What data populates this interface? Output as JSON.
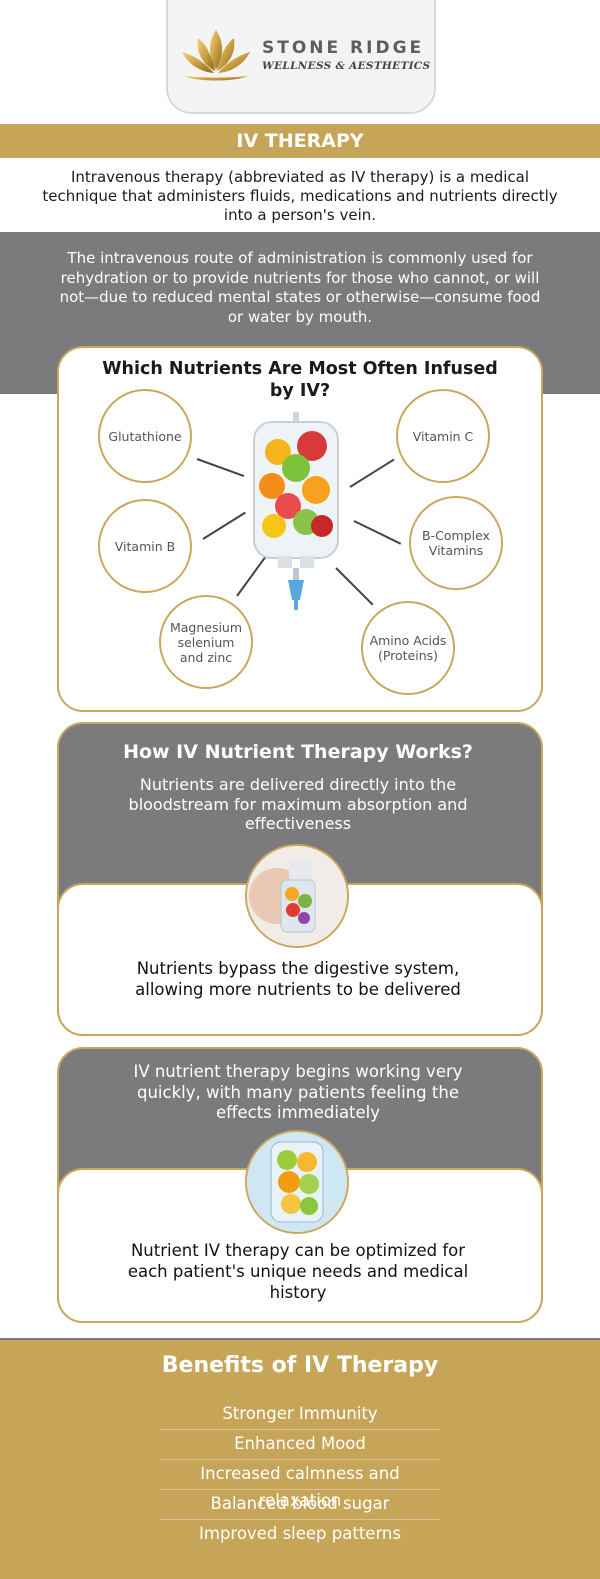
{
  "brand": {
    "name": "STONE RIDGE",
    "tagline": "WELLNESS & AESTHETICS"
  },
  "header": {
    "title": "IV THERAPY"
  },
  "intro": {
    "text": "Intravenous therapy (abbreviated as IV therapy) is a medical technique that administers fluids, medications and nutrients directly into a person's vein."
  },
  "route": {
    "text": "The intravenous route of administration is commonly used for rehydration or to provide nutrients for those who cannot, or will not—due to reduced mental states or otherwise—consume food or water by mouth."
  },
  "nutrients": {
    "title": "Which Nutrients Are Most Often Infused by IV?",
    "items": [
      "Glutathione",
      "Vitamin C",
      "Vitamin B",
      "B-Complex Vitamins",
      "Magnesium selenium and zinc",
      "Amino Acids (Proteins)"
    ]
  },
  "how": {
    "title": "How IV Nutrient Therapy Works?",
    "text1": "Nutrients are delivered directly into the bloodstream for maximum absorption and effectiveness",
    "text2": "Nutrients bypass the digestive system, allowing more nutrients to be delivered",
    "text3": "IV nutrient therapy begins working very quickly, with many patients feeling the effects immediately",
    "text4": "Nutrient IV therapy can be optimized for each patient's unique needs and medical history"
  },
  "benefits": {
    "title": "Benefits of IV Therapy",
    "items": [
      "Stronger Immunity",
      "Enhanced Mood",
      "Increased calmness and relaxation",
      "Balanced blood sugar",
      "Improved sleep patterns"
    ]
  },
  "colors": {
    "gold": "#c6a558",
    "gray": "#7b7b7d",
    "ring": "#c9a85c"
  }
}
